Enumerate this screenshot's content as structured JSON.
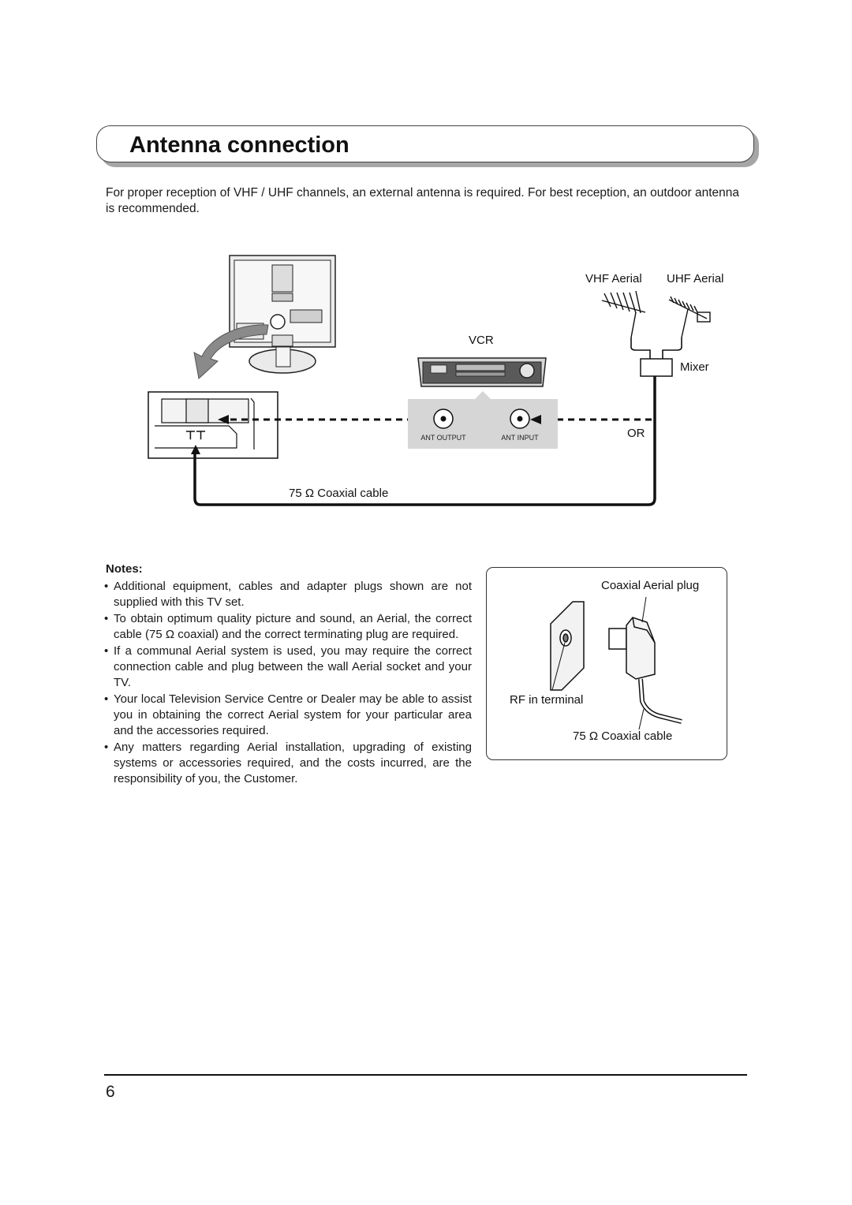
{
  "title": "Antenna connection",
  "intro": "For proper reception of VHF / UHF channels, an external antenna is required. For best reception, an outdoor antenna is recommended.",
  "diagram": {
    "vhf_aerial": "VHF Aerial",
    "uhf_aerial": "UHF Aerial",
    "vcr": "VCR",
    "mixer": "Mixer",
    "or": "OR",
    "ant_output": "ANT OUTPUT",
    "ant_input": "ANT INPUT",
    "coaxial_cable": "75 Ω Coaxial cable"
  },
  "notes": {
    "heading": "Notes:",
    "items": [
      "Additional equipment, cables and adapter plugs shown are not supplied with this TV set.",
      "To obtain optimum quality picture and sound, an Aerial, the correct cable (75 Ω coaxial) and the correct terminating plug are required.",
      "If a communal Aerial system is used, you may require the correct connection cable and plug between the wall Aerial socket and your TV.",
      "Your local Television Service Centre or Dealer may be able to assist you in obtaining the correct Aerial system for your particular area and the accessories required.",
      "Any matters regarding Aerial installation, upgrading of existing systems or accessories required, and the costs incurred, are the responsibility of you, the Customer."
    ]
  },
  "plug_box": {
    "coaxial_aerial_plug": "Coaxial Aerial plug",
    "rf_in_terminal": "RF in terminal",
    "coaxial_cable": "75 Ω Coaxial cable"
  },
  "page_number": "6"
}
